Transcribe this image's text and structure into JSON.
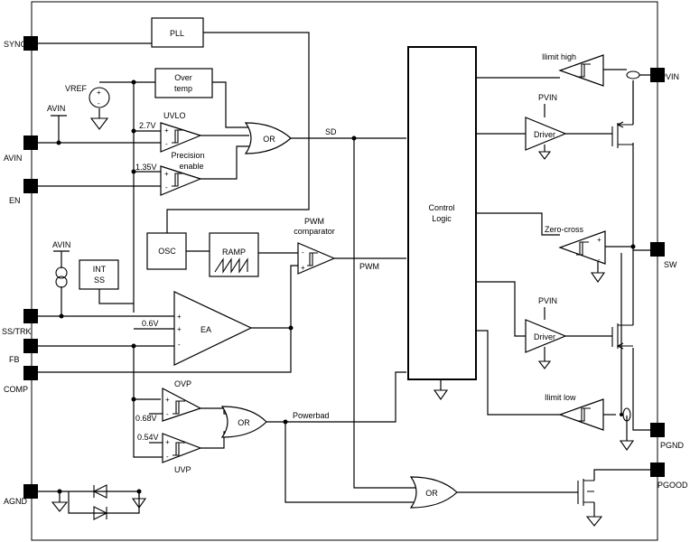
{
  "pins": {
    "sync": "SYNC",
    "avin": "AVIN",
    "en": "EN",
    "sstrk": "SS/TRK",
    "fb": "FB",
    "comp": "COMP",
    "agnd": "AGND",
    "pvin": "PVIN",
    "sw": "SW",
    "pgnd": "PGND",
    "pgood": "PGOOD"
  },
  "blocks": {
    "pll": "PLL",
    "overtemp_1": "Over",
    "overtemp_2": "temp",
    "or_sd": "OR",
    "or_pb": "OR",
    "or_pg": "OR",
    "osc": "OSC",
    "ramp": "RAMP",
    "intss_1": "INT",
    "intss_2": "SS",
    "ea": "EA",
    "control_1": "Control",
    "control_2": "Logic",
    "driver_high": "Driver",
    "driver_low": "Driver"
  },
  "labels": {
    "vref": "VREF",
    "avin_top": "AVIN",
    "avin_ss": "AVIN",
    "uvlo": "UVLO",
    "v27": "2.7V",
    "v135": "1.35V",
    "precision_1": "Precision",
    "precision_2": "enable",
    "sd": "SD",
    "pwm_comp_1": "PWM",
    "pwm_comp_2": "comparator",
    "pwm": "PWM",
    "v06": "0.6V",
    "ovp": "OVP",
    "uvp": "UVP",
    "v068": "0.68V",
    "v054": "0.54V",
    "powerbad": "Powerbad",
    "ilimit_high": "Ilimit high",
    "ilimit_low": "Ilimit low",
    "zero_cross": "Zero-cross",
    "pvin_high": "PVIN",
    "pvin_low": "PVIN"
  }
}
